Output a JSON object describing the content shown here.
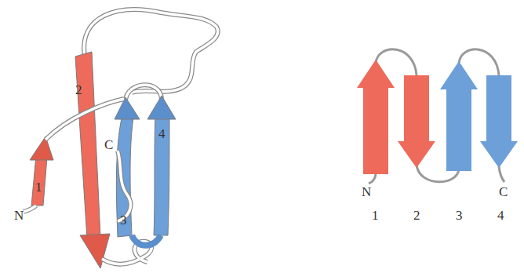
{
  "diagram": {
    "labels": [
      "N",
      "1",
      "2",
      "C",
      "3",
      "4",
      "N",
      "1",
      "2",
      "3",
      "4",
      "C"
    ]
  }
}
